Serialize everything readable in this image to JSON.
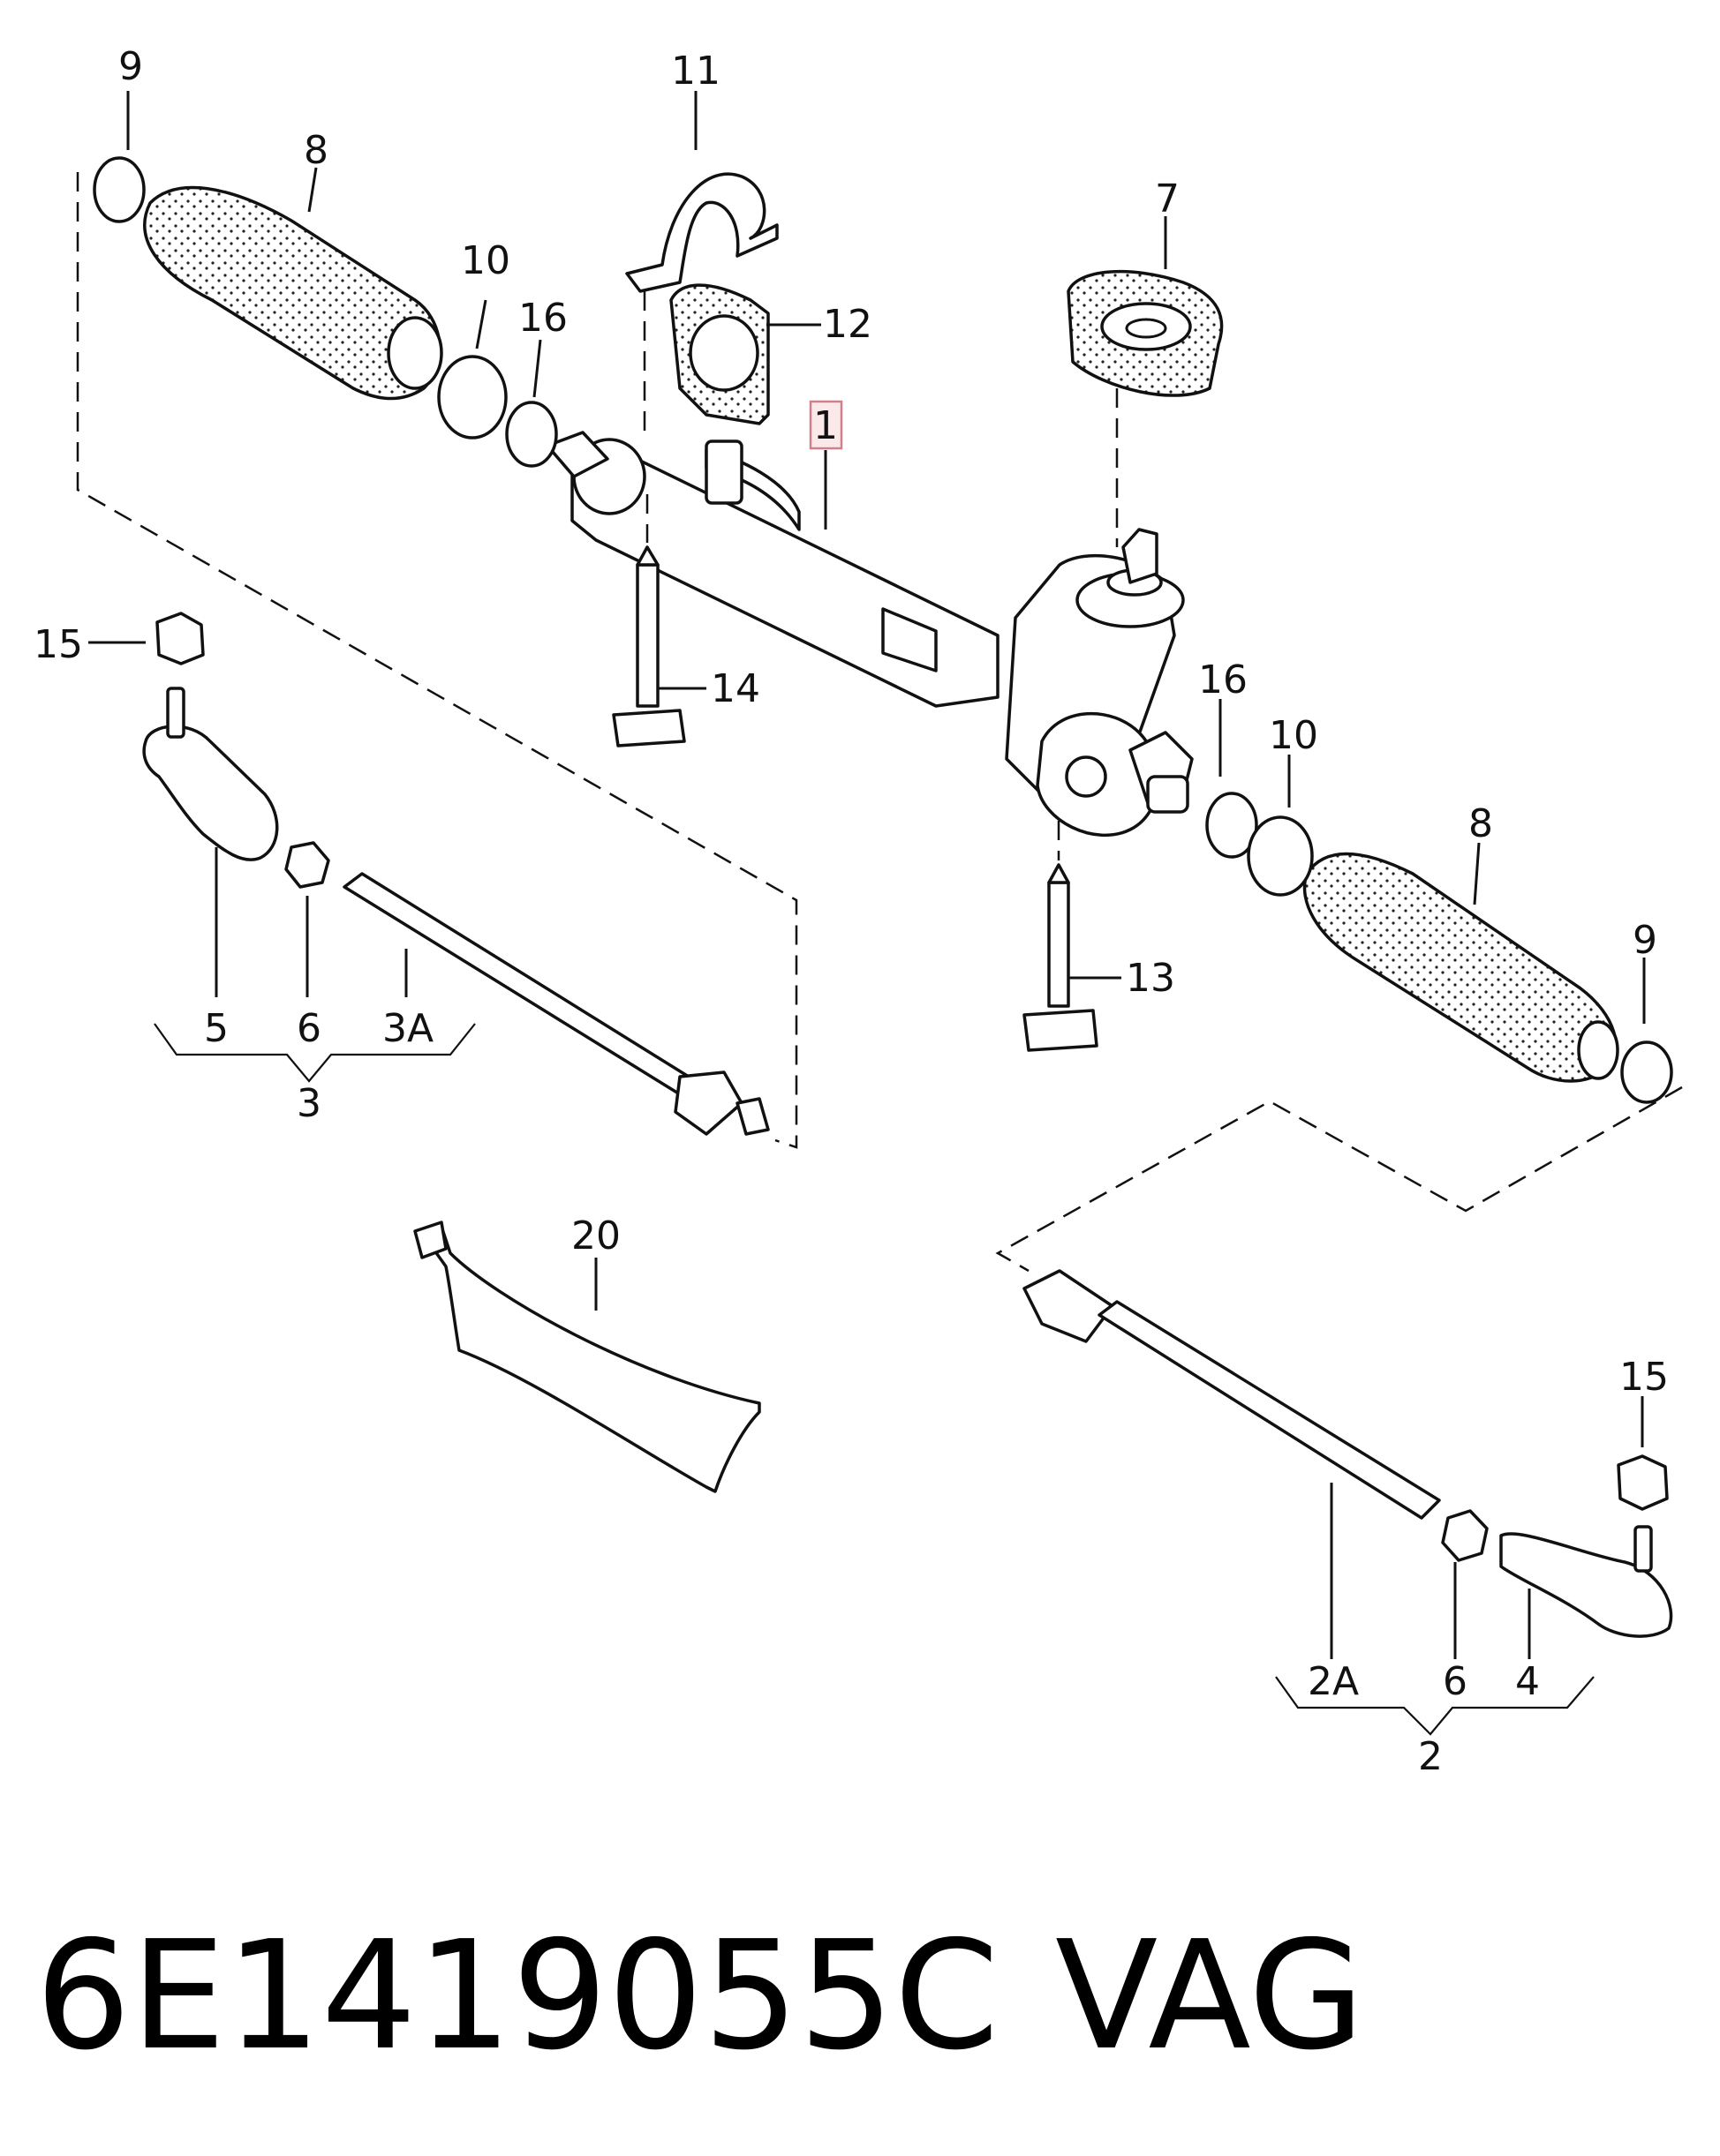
{
  "callouts": {
    "c1": "1",
    "c2": "2",
    "c2a": "2A",
    "c3": "3",
    "c3a": "3A",
    "c4": "4",
    "c5": "5",
    "c6_left": "6",
    "c6_right": "6",
    "c7": "7",
    "c8_left": "8",
    "c8_right": "8",
    "c9_left": "9",
    "c9_right": "9",
    "c10_left": "10",
    "c10_right": "10",
    "c11": "11",
    "c12": "12",
    "c13": "13",
    "c14": "14",
    "c15_left": "15",
    "c15_right": "15",
    "c16_left": "16",
    "c16_right": "16",
    "c20": "20"
  },
  "caption": {
    "part_number": "6E1419055C",
    "brand": "VAG"
  },
  "colors": {
    "highlight_fill": "#fbe9ea",
    "highlight_border": "#d0808a",
    "ink": "#111111"
  }
}
